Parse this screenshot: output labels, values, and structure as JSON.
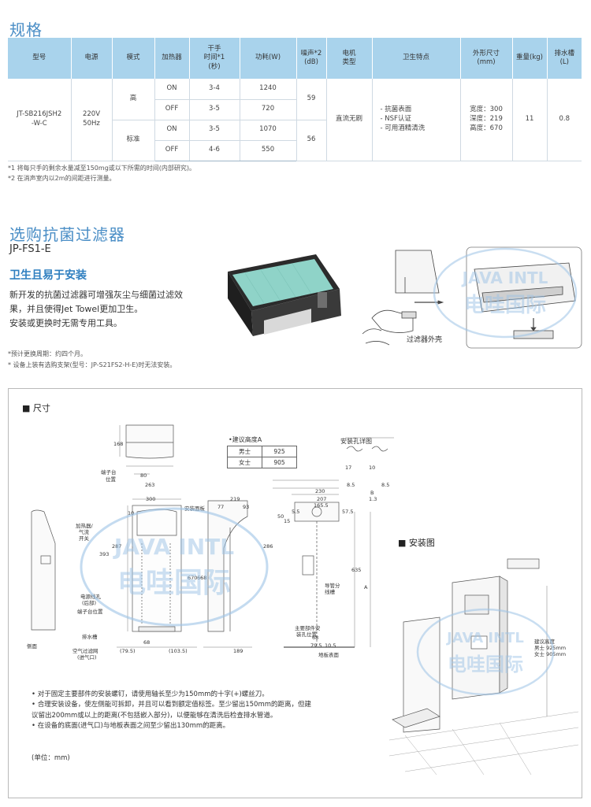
{
  "spec": {
    "title": "规格",
    "headers": {
      "model": "型号",
      "power": "电源",
      "mode": "模式",
      "heater": "加热器",
      "dry_l1": "干手",
      "dry_l2": "时间*1",
      "dry_l3": "(秒)",
      "consumption": "功耗(W)",
      "noise_l1": "噪声*2",
      "noise_l2": "(dB)",
      "motor_l1": "电机",
      "motor_l2": "类型",
      "hygiene": "卫生特点",
      "size_l1": "外形尺寸",
      "size_l2": "(mm)",
      "weight": "重量(kg)",
      "tank_l1": "排水槽",
      "tank_l2": "(L)"
    },
    "model_l1": "JT-SB216JSH2",
    "model_l2": "-W-C",
    "power_l1": "220V",
    "power_l2": "50Hz",
    "mode_high": "高",
    "mode_std": "标准",
    "rows": [
      {
        "heater": "ON",
        "time": "3-4",
        "watts": "1240"
      },
      {
        "heater": "OFF",
        "time": "3-5",
        "watts": "720"
      },
      {
        "heater": "ON",
        "time": "3-5",
        "watts": "1070"
      },
      {
        "heater": "OFF",
        "time": "4-6",
        "watts": "550"
      }
    ],
    "noise_high": "59",
    "noise_std": "56",
    "motor": "直流无刷",
    "hygiene": [
      "- 抗菌表面",
      "- NSF认证",
      "- 可用酒精清洗"
    ],
    "size": [
      "宽度：300",
      "深度：219",
      "高度：670"
    ],
    "weight": "11",
    "tank": "0.8",
    "notes": [
      "*1 将每只手的剩余水量减至150mg或以下所需的时间(内部研究)。",
      "*2 在消声室内以2m的间距进行测量。"
    ]
  },
  "filter": {
    "title": "选购抗菌过滤器",
    "model": "JP-FS1-E",
    "subtitle": "卫生且易于安装",
    "desc": [
      "新开发的抗菌过滤器可增强灰尘与细菌过滤效",
      "果，并且使得Jet Towel更加卫生。",
      "安装或更换时无需专用工具。"
    ],
    "notes": [
      "*预计更换周期：约四个月。",
      "* 设备上装有选购支架(型号：JP-S21FS2-H-E)时无法安装。"
    ],
    "callout": "过滤器外壳"
  },
  "dims": {
    "title": "■ 尺寸",
    "install_title": "■ 安装图",
    "height_table": {
      "title": "•建议高度A",
      "rows": [
        {
          "who": "男士",
          "val": "925"
        },
        {
          "who": "女士",
          "val": "905"
        }
      ]
    },
    "hole_title": "安装孔详图",
    "labels": {
      "terminal": "端子台",
      "terminal2": "位置",
      "panel": "安装面板",
      "heater_switch1": "加热器/",
      "heater_switch2": "气流",
      "heater_switch3": "开关",
      "cable1": "电源线孔",
      "cable2": "(后部)",
      "terminal_pos": "端子台位置",
      "drain": "排水槽",
      "air_filter1": "空气过滤网",
      "air_filter2": "(进气口)",
      "side": "侧面",
      "guide1": "导管分",
      "guide2": "线槽",
      "main_parts1": "主要部件安",
      "main_parts2": "装孔位置",
      "floor": "地板表面",
      "install_note1": "建议高度",
      "install_note2": "男士  925mm",
      "install_note3": "女士  905mm"
    },
    "numbers": {
      "d168": "168",
      "d80": "80",
      "d263": "263",
      "d300": "300",
      "d10": "10",
      "d287": "287",
      "d393": "393",
      "d668": "668",
      "d670": "670",
      "d68": "68",
      "d79_5": "(79.5)",
      "d103_5": "(103.5)",
      "d219": "219",
      "d77": "77",
      "d93": "93",
      "d189": "189",
      "d230": "230",
      "d207": "207",
      "d165_5": "165.5",
      "d57_5": "57.5",
      "d50": "50",
      "d15": "15",
      "d5_5": "5.5",
      "d635": "635",
      "d286": "286",
      "dA": "A",
      "dB": "B",
      "d17": "17",
      "d10b": "10",
      "d13": "1.3",
      "d8_5": "8.5",
      "d8_5b": "8.5",
      "d68b": "68",
      "d79_5b": "79.5",
      "d10_5": "10.5"
    },
    "bullets": [
      "• 对于固定主要部件的安装螺钉，请使用轴长至少为150mm的十字(+)螺丝刀。",
      "• 合理安装设备，使左侧能可拆卸，并且可以看到额定值标签。至少留出150mm的距离，但建",
      "   议留出200mm或以上的距离(不包括嵌入部分)，以便能够在清洗后检查排水管道。",
      "• 在设备的底面(进气口)与地板表面之间至少留出130mm的距离。"
    ],
    "unit": "(单位：mm)"
  },
  "watermark": {
    "text_top": "JAVA INTL",
    "text_cn": "电哇国际"
  },
  "colors": {
    "title_blue": "#4a8ec6",
    "header_bg": "#a9d3ec",
    "subtitle_blue": "#2f7fc0",
    "filter_green": "#8fd3c8"
  }
}
